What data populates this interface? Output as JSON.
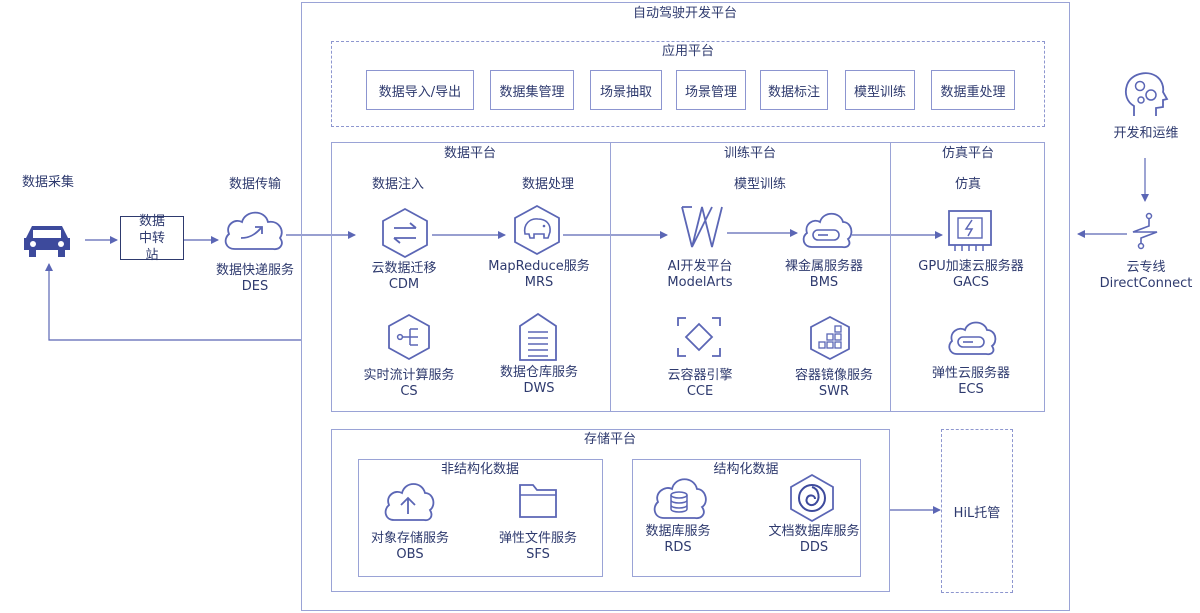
{
  "platform_title": "自动驾驶开发平台",
  "app_platform": {
    "title": "应用平台",
    "items": [
      "数据导入/导出",
      "数据集管理",
      "场景抽取",
      "场景管理",
      "数据标注",
      "模型训练",
      "数据重处理"
    ]
  },
  "left": {
    "collect_label": "数据采集",
    "relay_label": "数据中转站",
    "transfer_label": "数据传输",
    "des_name": "数据快递服务",
    "des_abbr": "DES"
  },
  "data_platform": {
    "title": "数据平台",
    "inject_label": "数据注入",
    "process_label": "数据处理",
    "cdm_name": "云数据迁移",
    "cdm_abbr": "CDM",
    "mrs_name": "MapReduce服务",
    "mrs_abbr": "MRS",
    "cs_name": "实时流计算服务",
    "cs_abbr": "CS",
    "dws_name": "数据仓库服务",
    "dws_abbr": "DWS"
  },
  "train_platform": {
    "title": "训练平台",
    "sub_label": "模型训练",
    "ma_name": "AI开发平台",
    "ma_abbr": "ModelArts",
    "bms_name": "裸金属服务器",
    "bms_abbr": "BMS",
    "cce_name": "云容器引擎",
    "cce_abbr": "CCE",
    "swr_name": "容器镜像服务",
    "swr_abbr": "SWR"
  },
  "sim_platform": {
    "title": "仿真平台",
    "sub_label": "仿真",
    "gacs_name": "GPU加速云服务器",
    "gacs_abbr": "GACS",
    "ecs_name": "弹性云服务器",
    "ecs_abbr": "ECS"
  },
  "storage_platform": {
    "title": "存储平台",
    "unstructured_label": "非结构化数据",
    "structured_label": "结构化数据",
    "obs_name": "对象存储服务",
    "obs_abbr": "OBS",
    "sfs_name": "弹性文件服务",
    "sfs_abbr": "SFS",
    "rds_name": "数据库服务",
    "rds_abbr": "RDS",
    "dds_name": "文档数据库服务",
    "dds_abbr": "DDS"
  },
  "hil_label": "HiL托管",
  "right": {
    "devops_label": "开发和运维",
    "dc_name": "云专线",
    "dc_abbr": "DirectConnect"
  },
  "colors": {
    "line": "#5b66b5",
    "border": "#9aa3d6",
    "text": "#2e3a6e"
  }
}
